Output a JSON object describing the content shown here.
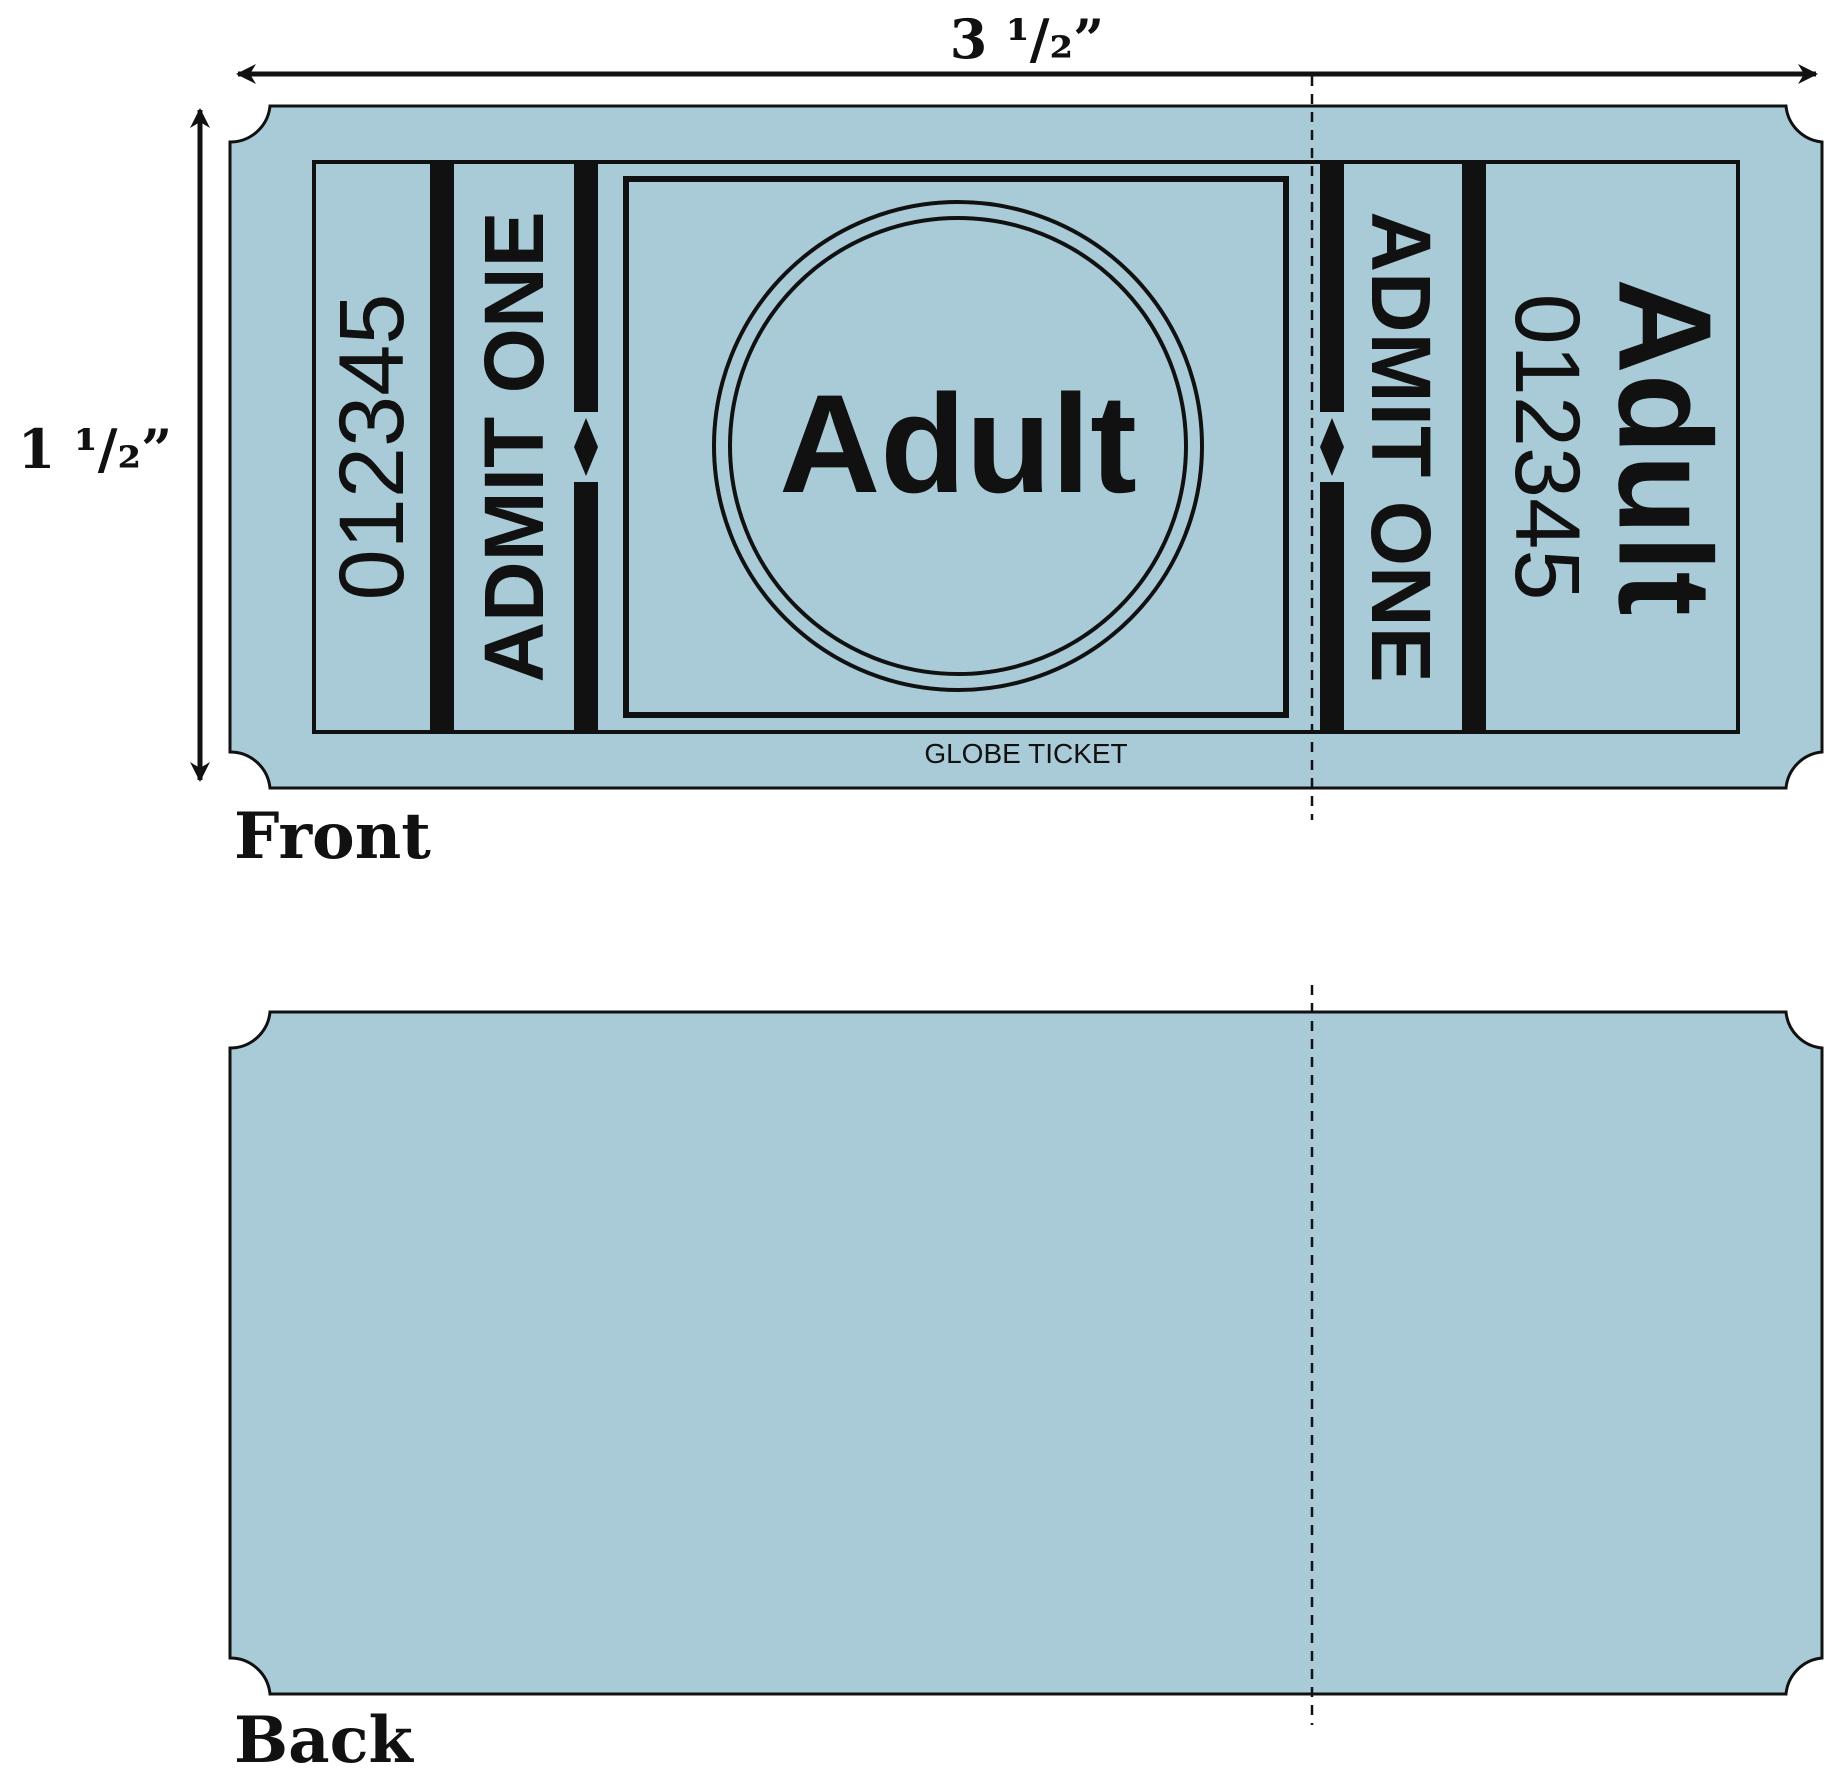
{
  "dimensions": {
    "width_label": "3 ¹/₂”",
    "height_label": "1 ¹/₂”"
  },
  "front": {
    "label": "Front",
    "serial_left": "012345",
    "admit_left": "ADMIT ONE",
    "center_text": "Adult",
    "admit_right": "ADMIT ONE",
    "serial_right": "012345",
    "stub_title": "Adult",
    "printer_credit": "GLOBE TICKET"
  },
  "back": {
    "label": "Back"
  },
  "colors": {
    "ticket_fill": "#a9cad7",
    "ink": "#111111"
  }
}
